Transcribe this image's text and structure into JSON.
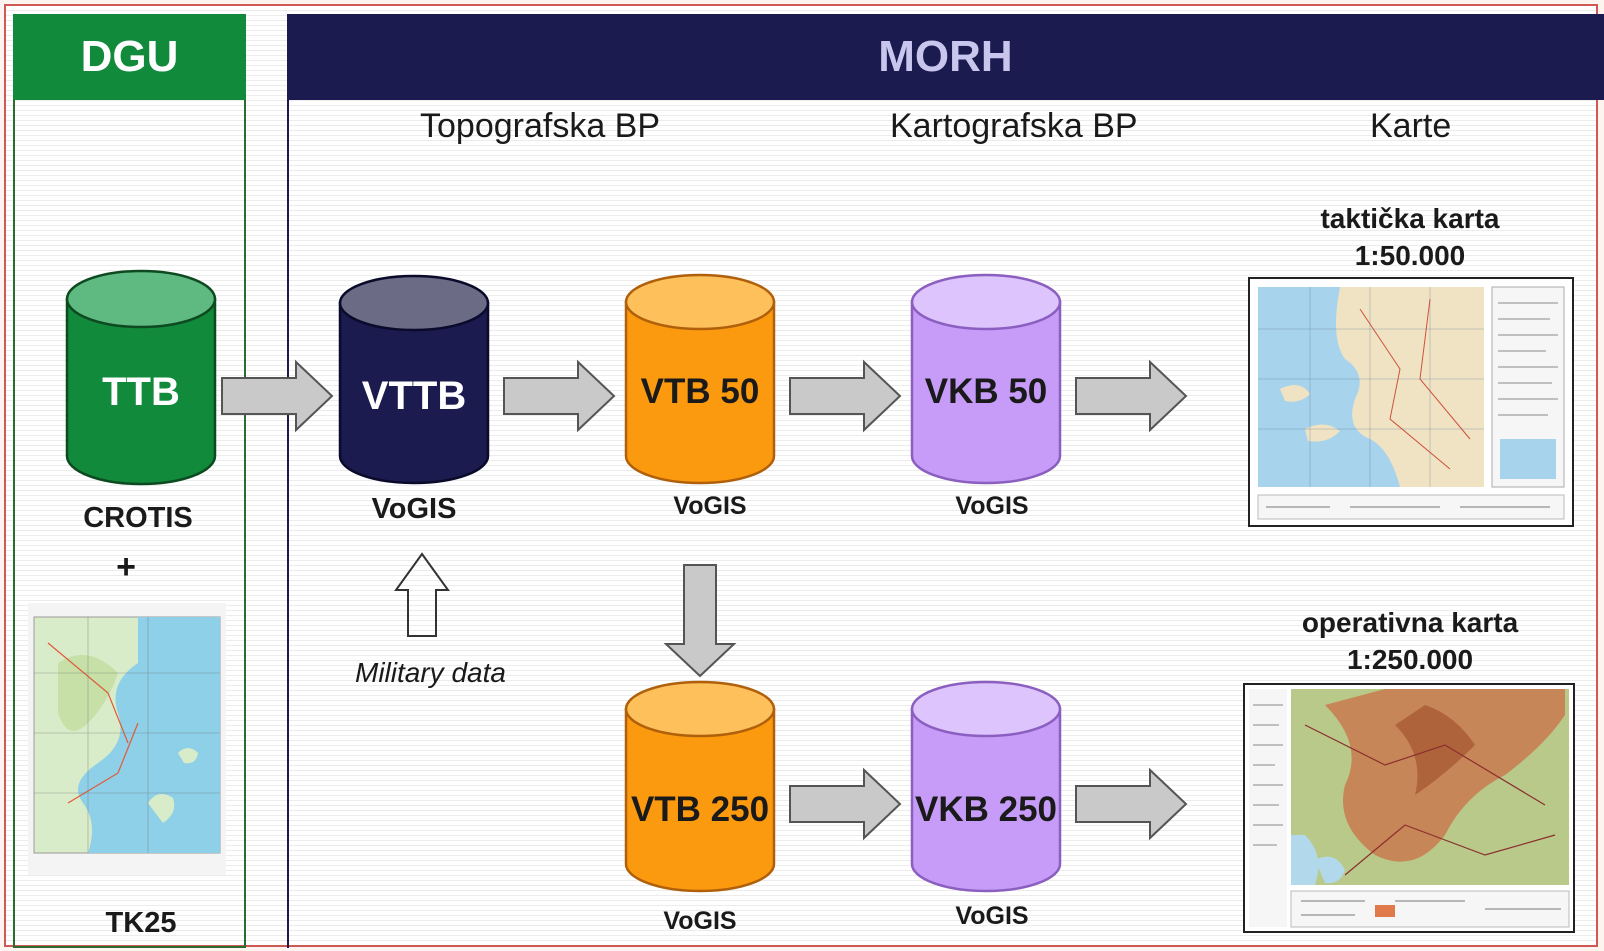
{
  "panels": {
    "dgu": "DGU",
    "morh": "MORH"
  },
  "columns": {
    "topo": "Topografska BP",
    "karto": "Kartografska BP",
    "karte": "Karte"
  },
  "nodes": {
    "ttb": "TTB",
    "vttb": "VTTB",
    "vtb50": "VTB 50",
    "vkb50": "VKB 50",
    "vtb250": "VTB 250",
    "vkb250": "VKB 250"
  },
  "sublabels": {
    "crotis": "CROTIS",
    "plus": "+",
    "tk25": "TK25",
    "vogis": "VoGIS",
    "military": "Military data"
  },
  "maps": {
    "tactical_title": "taktička karta",
    "tactical_scale": "1:50.000",
    "operational_title": "operativna karta",
    "operational_scale": "1:250.000"
  },
  "colors": {
    "green": "#128a3c",
    "navy": "#1b1b4f",
    "orange": "#fb9a0f",
    "lilac": "#c79cf8",
    "arrow": "#c9c9c9"
  }
}
